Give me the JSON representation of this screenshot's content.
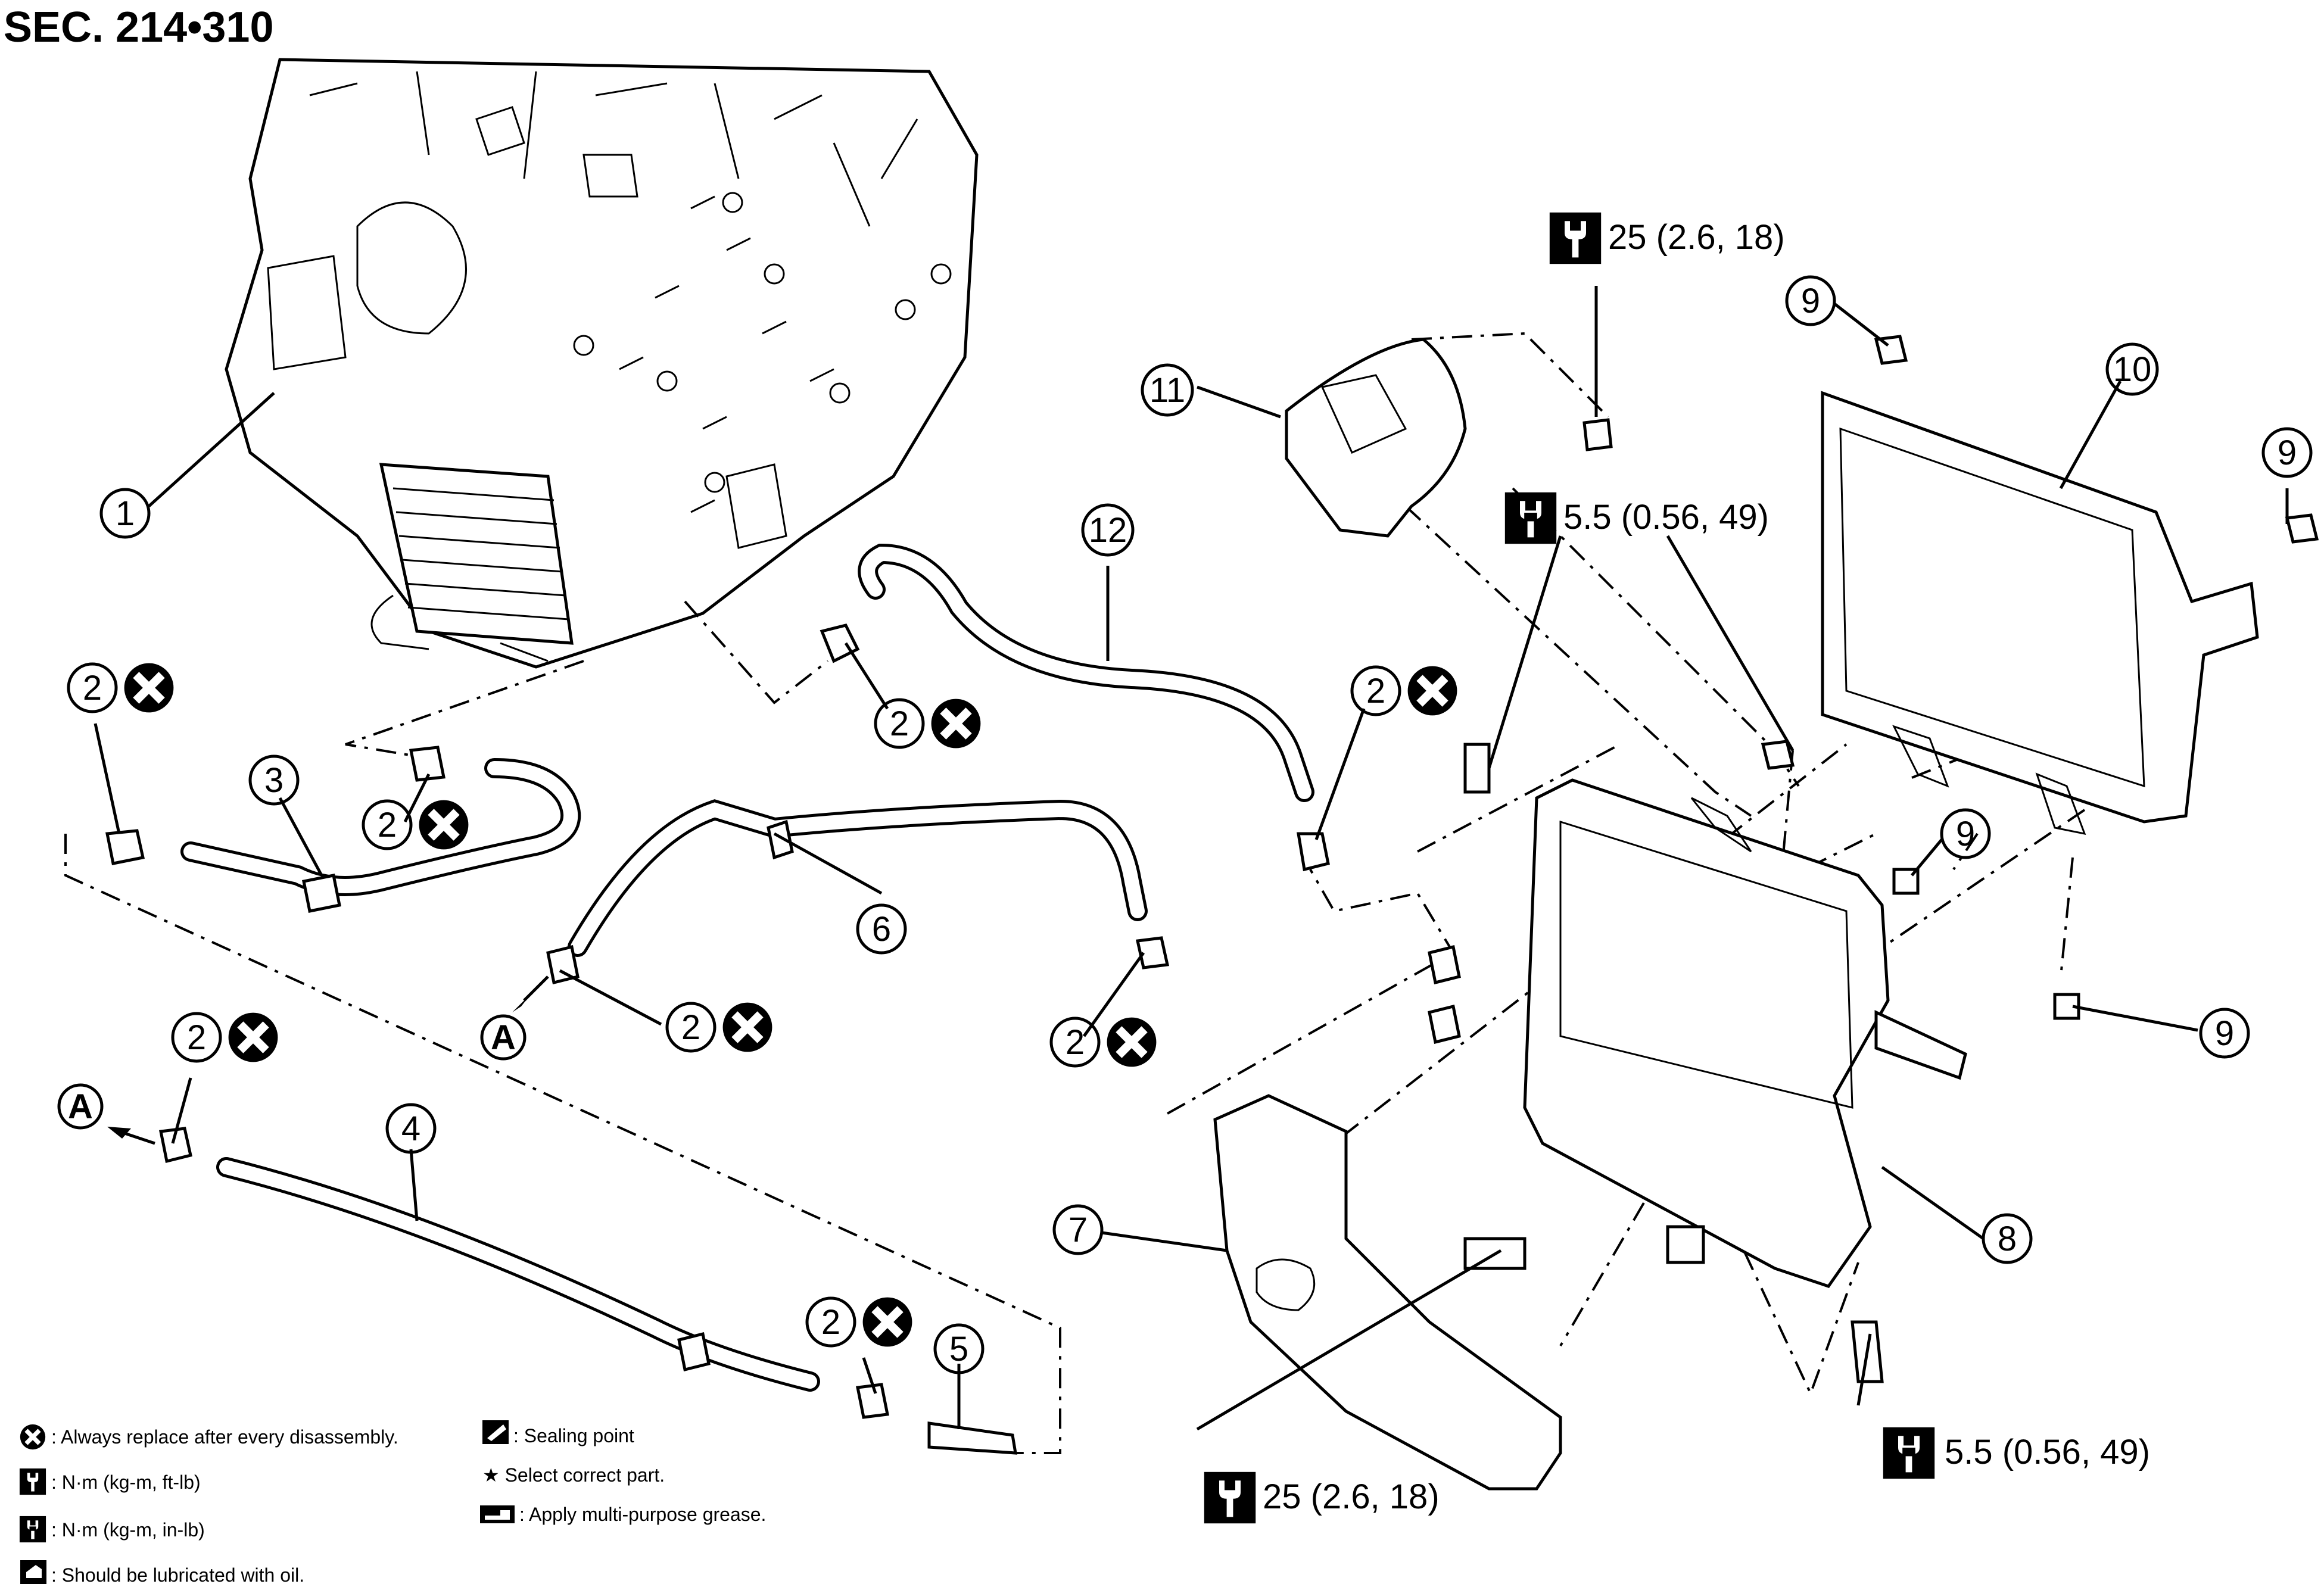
{
  "title": "SEC. 214•310",
  "callouts": {
    "c1": "1",
    "c2": "2",
    "c3": "3",
    "c4": "4",
    "c5": "5",
    "c6": "6",
    "c7": "7",
    "c8": "8",
    "c9": "9",
    "c10": "10",
    "c11": "11",
    "c12": "12",
    "cA": "A"
  },
  "torques": {
    "t1": "25 (2.6, 18)",
    "t2": "5.5 (0.56, 49)",
    "t3": "25 (2.6, 18)",
    "t4": "5.5 (0.56, 49)"
  },
  "legend": {
    "replace": ": Always replace after every disassembly.",
    "nm_ftlb": ": N·m (kg-m, ft-lb)",
    "nm_inlb": ": N·m (kg-m, in-lb)",
    "oil": ": Should be lubricated with oil.",
    "sealing": ": Sealing point",
    "select": "★ Select correct part.",
    "grease": ": Apply multi-purpose grease."
  },
  "icons": [
    "replace-x-icon",
    "torque-wrench-icon",
    "torque-wrench-inlb-icon",
    "oil-can-icon",
    "sealant-icon",
    "grease-icon",
    "arrow-icon"
  ]
}
